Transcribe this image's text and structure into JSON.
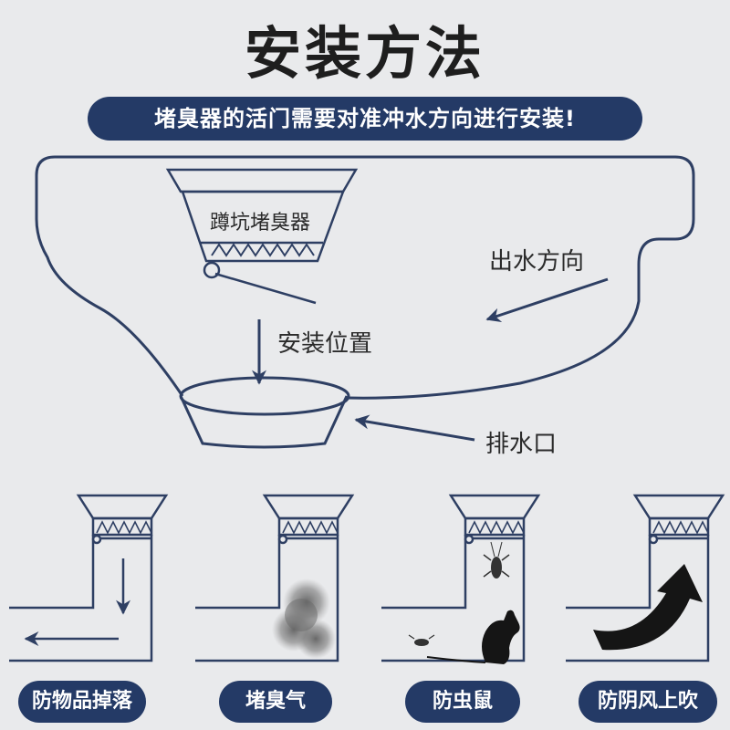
{
  "title": "安装方法",
  "banner": "堵臭器的活门需要对准冲水方向进行安装!",
  "diagram": {
    "device_label": "蹲坑堵臭器",
    "flow_label": "出水方向",
    "install_label": "安装位置",
    "drain_label": "排水口"
  },
  "features": [
    {
      "label": "防物品掉落"
    },
    {
      "label": "堵臭气"
    },
    {
      "label": "防虫鼠"
    },
    {
      "label": "防阴风上吹"
    }
  ],
  "colors": {
    "navy": "#243a66",
    "line": "#2e3f63",
    "background": "#e9eaec"
  }
}
